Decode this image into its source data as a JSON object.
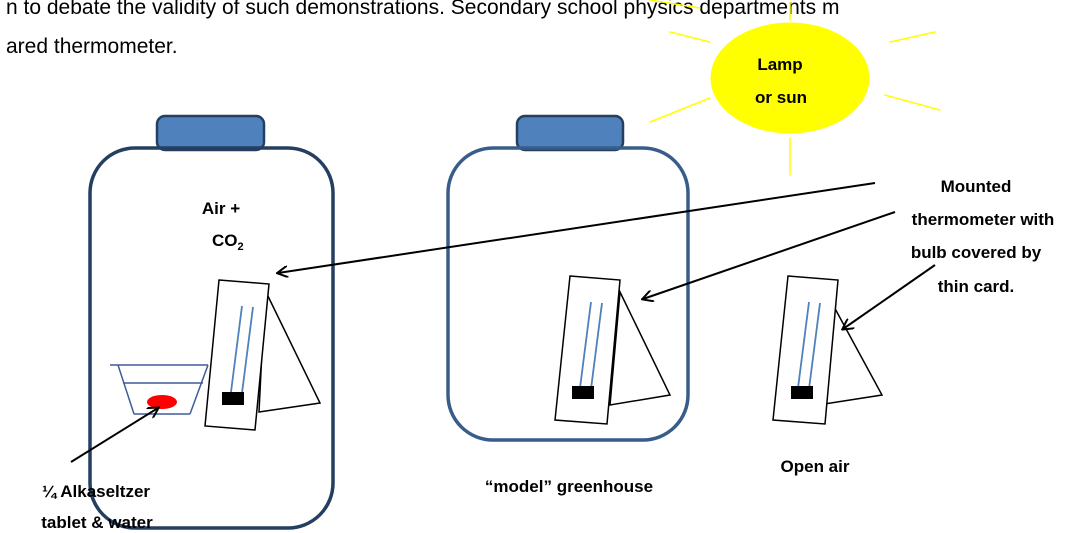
{
  "text_lines": {
    "line1": "n to debate the validity of such demonstrations. Secondary school physics departments m",
    "line2": "ared thermometer."
  },
  "labels": {
    "lamp_line1": "Lamp",
    "lamp_line2": "or sun",
    "air_co2_line1": "Air +",
    "air_co2_line2": "CO",
    "air_co2_sub": "2",
    "thermo_line1": "Mounted",
    "thermo_line2": "thermometer with",
    "thermo_line3": "bulb covered by",
    "thermo_line4": "thin card.",
    "alka_line1": "¼ Alkaseltzer",
    "alka_line2": "tablet & water",
    "greenhouse": "“model” greenhouse",
    "open_air": "Open air"
  },
  "colors": {
    "sun_fill": "#ffff00",
    "sun_rays": "#ffff00",
    "jar1_stroke": "#243f60",
    "jar2_stroke": "#385d8a",
    "lid_fill": "#4f81bd",
    "lid_stroke": "#243f60",
    "thermo_tube": "#4f81bd",
    "tablet_red": "#ff0000",
    "dish_stroke": "#3e5c99"
  }
}
